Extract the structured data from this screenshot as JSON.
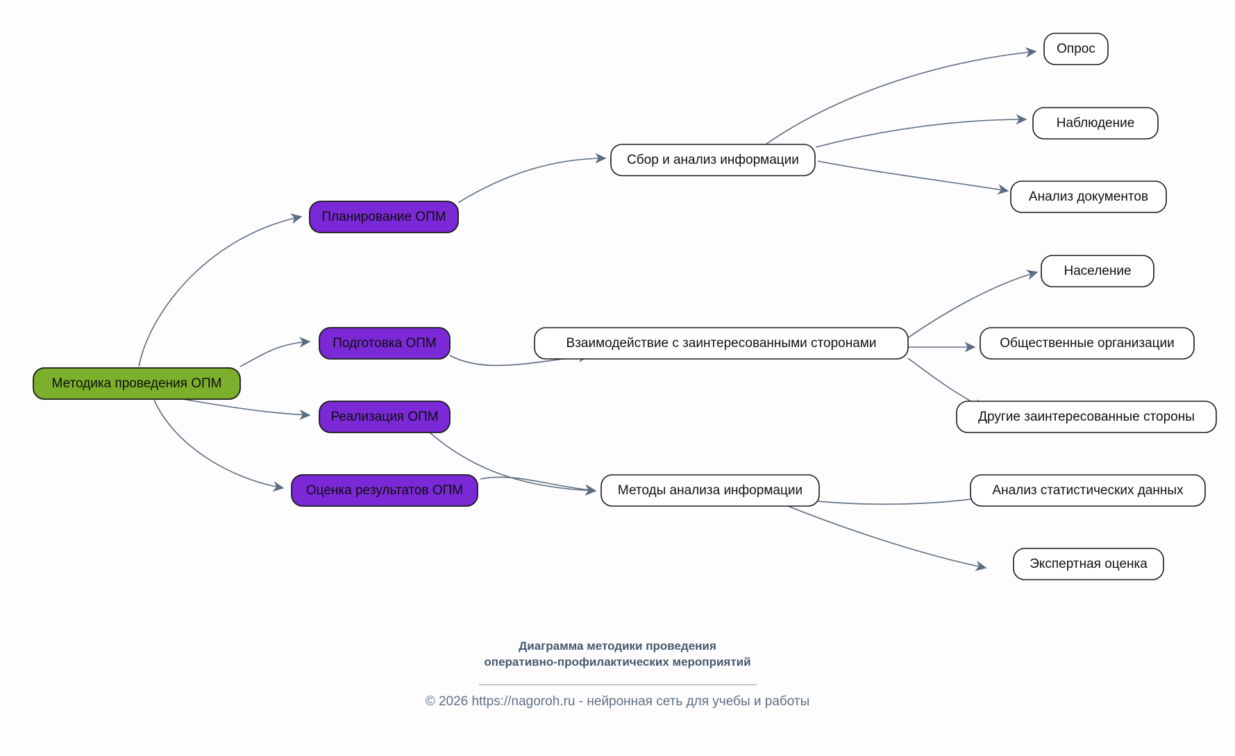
{
  "diagram": {
    "type": "mindmap",
    "background_color": "#fdfdfd",
    "edge_color": "#5b6b80",
    "root_fill": "#7cb02c",
    "branch_fill": "#7b29d6",
    "leaf_fill": "#ffffff",
    "nodes": {
      "root": {
        "label": "Методика проведения ОПМ"
      },
      "planning": {
        "label": "Планирование ОПМ"
      },
      "preparation": {
        "label": "Подготовка ОПМ"
      },
      "realization": {
        "label": "Реализация ОПМ"
      },
      "evaluation": {
        "label": "Оценка результатов ОПМ"
      },
      "collection": {
        "label": "Сбор и анализ информации"
      },
      "interaction": {
        "label": "Взаимодействие с заинтересованными сторонами"
      },
      "methods": {
        "label": "Методы анализа информации"
      },
      "survey": {
        "label": "Опрос"
      },
      "observation": {
        "label": "Наблюдение"
      },
      "documents": {
        "label": "Анализ документов"
      },
      "population": {
        "label": "Население"
      },
      "public_orgs": {
        "label": "Общественные организации"
      },
      "other_parties": {
        "label": "Другие заинтересованные стороны"
      },
      "stats": {
        "label": "Анализ статистических данных"
      },
      "expert": {
        "label": "Экспертная оценка"
      }
    }
  },
  "footer": {
    "title_line1": "Диаграмма методики проведения",
    "title_line2": "оперативно-профилактических мероприятий",
    "credit": "© 2026 https://nagoroh.ru - нейронная сеть для учебы и работы"
  }
}
